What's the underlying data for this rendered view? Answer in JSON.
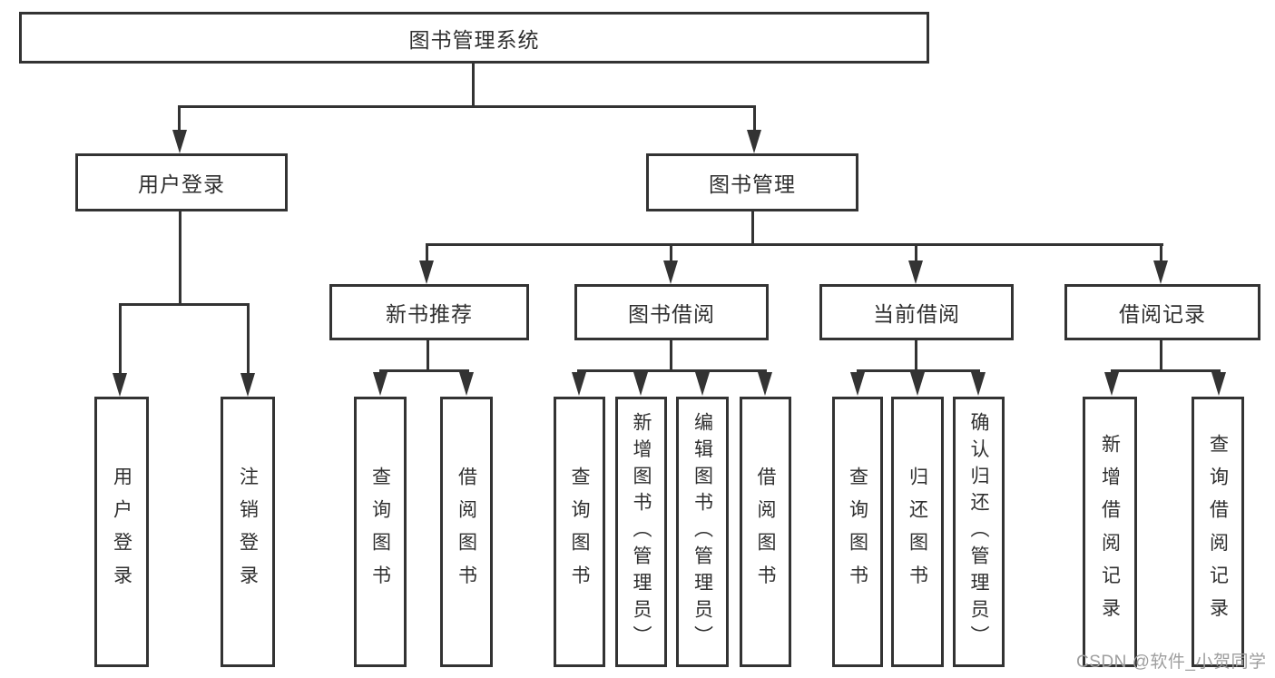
{
  "nodes": {
    "root": "图书管理系统",
    "user_login": "用户登录",
    "book_mgmt": "图书管理",
    "new_book_rec": "新书推荐",
    "book_borrow": "图书借阅",
    "current_borrow": "当前借阅",
    "borrow_records": "借阅记录"
  },
  "leaves": {
    "user_login": [
      "用户登录",
      "注销登录"
    ],
    "new_book_rec": [
      "查询图书",
      "借阅图书"
    ],
    "book_borrow": [
      "查询图书",
      "新增图书（管理员）",
      "编辑图书（管理员）",
      "借阅图书"
    ],
    "current_borrow": [
      "查询图书",
      "归还图书",
      "确认归还（管理员）"
    ],
    "borrow_records": [
      "新增借阅记录",
      "查询借阅记录"
    ]
  },
  "watermark": "CSDN @软件_小贺同学",
  "colors": {
    "line": "#333333",
    "text": "#2f2f2f",
    "watermark": "#9e9e9e",
    "background": "#ffffff"
  }
}
